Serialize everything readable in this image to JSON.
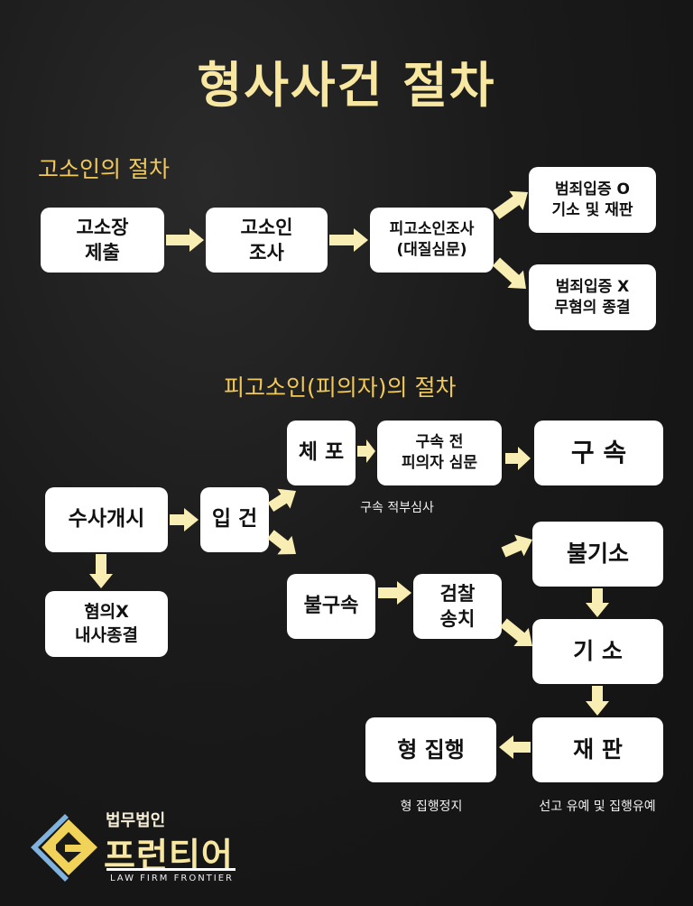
{
  "title": "형사사건 절차",
  "section1": {
    "heading": "고소인의 절차",
    "boxes": [
      [
        "고소장",
        "제출"
      ],
      [
        "고소인",
        "조사"
      ],
      [
        "피고소인조사",
        "(대질심문)"
      ],
      [
        "범죄입증 O",
        "기소 및 재판"
      ],
      [
        "범죄입증 X",
        "무혐의 종결"
      ]
    ]
  },
  "section2": {
    "heading": "피고소인(피의자)의 절차",
    "boxes": {
      "start": "수사개시",
      "no_charge": [
        "혐의X",
        "내사종결"
      ],
      "booked": "입 건",
      "arrest": "체 포",
      "pre_hearing": [
        "구속 전",
        "피의자 심문"
      ],
      "detention": "구 속",
      "no_detention": "불구속",
      "referral": [
        "검찰",
        "송치"
      ],
      "non_indict": "불기소",
      "indict": "기 소",
      "trial": "재 판",
      "execution": "형 집행"
    },
    "notes": {
      "review": "구속 적부심사",
      "suspension": "형 집행정지",
      "probation": "선고 유예 및 집행유예"
    }
  },
  "logo": {
    "line1": "법무법인",
    "line2": "프런티어",
    "line3": "LAW FIRM FRONTIER"
  },
  "colors": {
    "title": "#f7e7a1",
    "heading": "#f1c95b",
    "arrow": "#f8eeb4"
  }
}
